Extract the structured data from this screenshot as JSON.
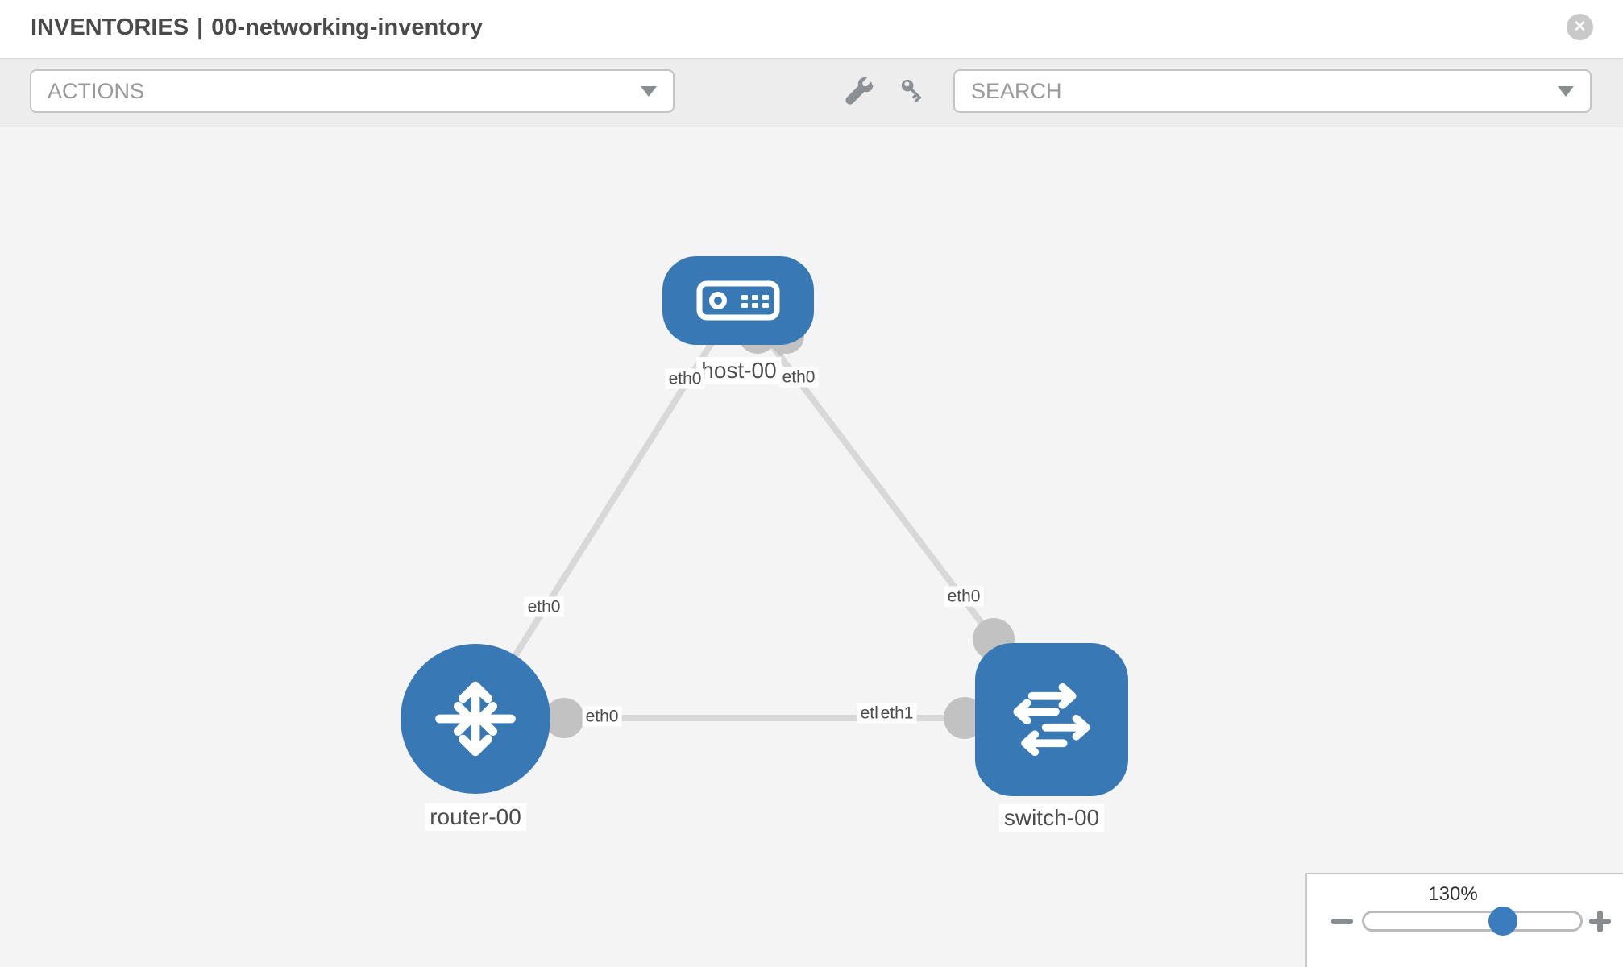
{
  "header": {
    "section": "INVENTORIES",
    "separator": "|",
    "inventory_name": "00-networking-inventory",
    "close_glyph": "✕"
  },
  "toolbar": {
    "actions_label": "ACTIONS",
    "search_label": "SEARCH",
    "icons": [
      "wrench-icon",
      "key-icon"
    ]
  },
  "topology": {
    "nodes": {
      "host": {
        "label": "host-00",
        "type": "host"
      },
      "router": {
        "label": "router-00",
        "type": "router"
      },
      "switch": {
        "label": "switch-00",
        "type": "switch"
      }
    },
    "interfaces": {
      "host_left": "eth0",
      "host_right": "eth0",
      "host_router_mid": "eth0",
      "host_switch_mid": "eth0",
      "router_right": "eth0",
      "switch_left_under": "eth0",
      "switch_left_over": "eth1"
    },
    "links": [
      {
        "from": "host-00",
        "to": "router-00"
      },
      {
        "from": "host-00",
        "to": "switch-00"
      },
      {
        "from": "router-00",
        "to": "switch-00"
      }
    ]
  },
  "zoom_control": {
    "level": "130%"
  },
  "colors": {
    "node_fill": "#3879b5",
    "link": "#d8d8d8",
    "connector": "#c2c2c2",
    "slider_thumb": "#3a7cbd",
    "toolbar_bg": "#ededed",
    "canvas_bg": "#f4f4f4",
    "label_text": "#4d4d4d"
  }
}
